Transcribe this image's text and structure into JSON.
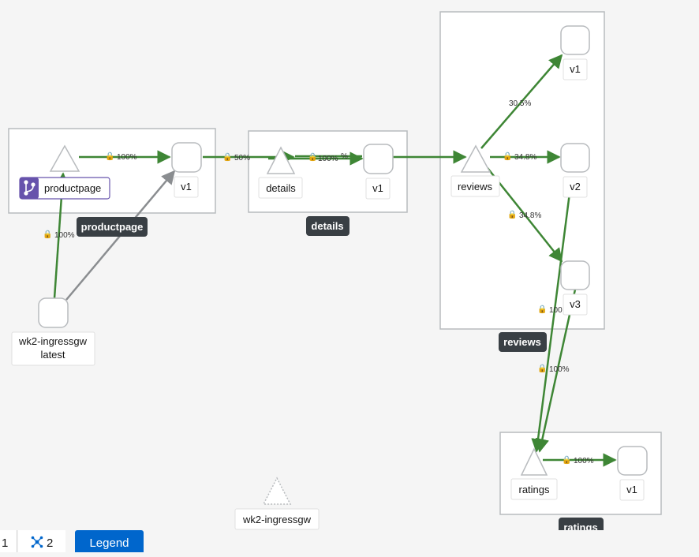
{
  "graph": {
    "boxes": {
      "productpage": "productpage",
      "details": "details",
      "reviews": "reviews",
      "ratings": "ratings"
    },
    "nodes": {
      "productpage_service": "productpage",
      "productpage_v1": "v1",
      "details_service": "details",
      "details_v1": "v1",
      "reviews_service": "reviews",
      "reviews_v1": "v1",
      "reviews_v2": "v2",
      "reviews_v3": "v3",
      "ratings_service": "ratings",
      "ratings_v1": "v1",
      "ingress_workload_line1": "wk2-ingressgw",
      "ingress_workload_line2": "latest",
      "ingress_service": "wk2-ingressgw"
    },
    "edges": {
      "ingress_to_productpage": "100%",
      "productpage_to_v1": "100%",
      "productpage_v1_to_details": "50%",
      "details_to_v1": "100%",
      "details_overlap": "%",
      "reviews_to_v1": "30.5%",
      "reviews_to_v2": "34.8%",
      "reviews_to_v3": "34.8%",
      "v2_to_ratings": "100%",
      "v3_to_ratings": "100",
      "ratings_to_v1": "100%"
    },
    "colors": {
      "healthy_edge": "#3e8635",
      "idle_edge": "#8a8d90",
      "app_badge": "#6753ac",
      "box_label_bg": "#393f44"
    }
  },
  "toolbar": {
    "page_number": "1",
    "node_count": "2",
    "legend_label": "Legend"
  }
}
